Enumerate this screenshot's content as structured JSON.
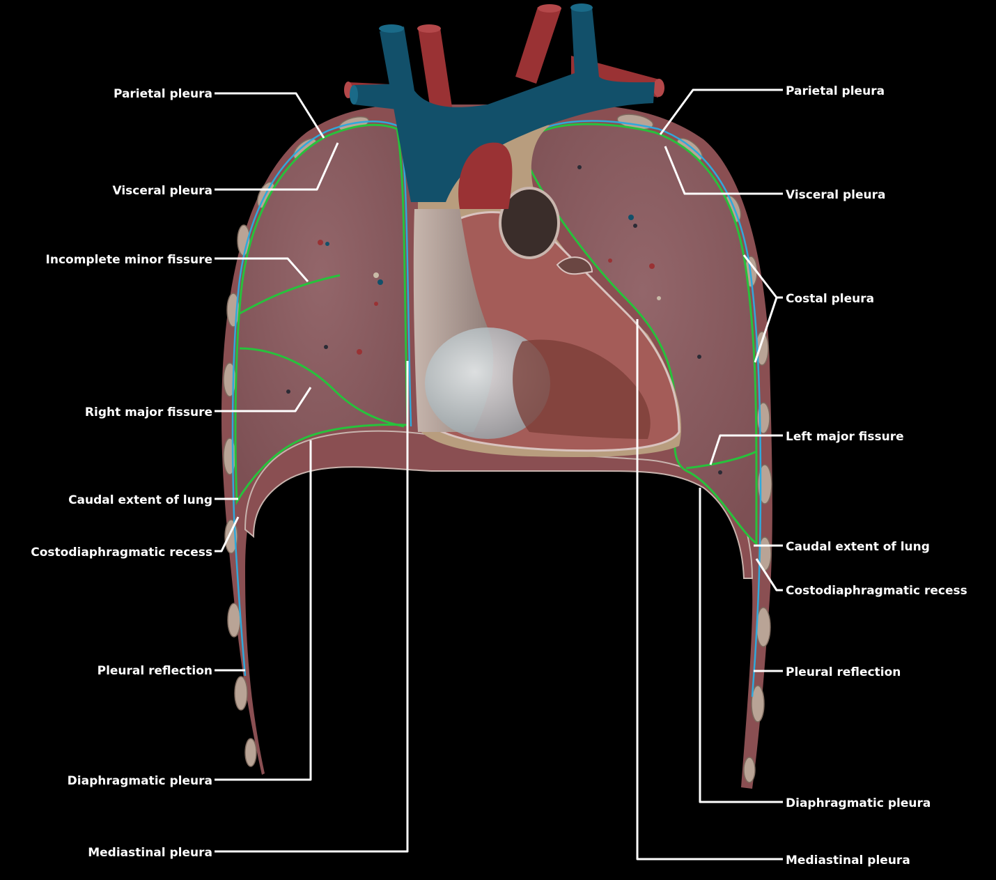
{
  "labels": {
    "left": {
      "parietal_pleura": "Parietal pleura",
      "visceral_pleura": "Visceral pleura",
      "incomplete_minor_fissure": "Incomplete minor fissure",
      "right_major_fissure": "Right major fissure",
      "caudal_extent_of_lung": "Caudal extent of lung",
      "costodiaphragmatic_recess": "Costodiaphragmatic recess",
      "pleural_reflection": "Pleural reflection",
      "diaphragmatic_pleura": "Diaphragmatic pleura",
      "mediastinal_pleura": "Mediastinal pleura"
    },
    "right": {
      "parietal_pleura": "Parietal pleura",
      "visceral_pleura": "Visceral pleura",
      "costal_pleura": "Costal pleura",
      "left_major_fissure": "Left major fissure",
      "caudal_extent_of_lung": "Caudal extent of lung",
      "costodiaphragmatic_recess": "Costodiaphragmatic recess",
      "pleural_reflection": "Pleural reflection",
      "diaphragmatic_pleura": "Diaphragmatic pleura",
      "mediastinal_pleura": "Mediastinal pleura"
    }
  },
  "colors": {
    "background": "#000000",
    "thoracic_wall": "#8a4f52",
    "rib": "#b9a496",
    "lung": "#8b5c60",
    "visceral_pleura_line": "#27c23c",
    "parietal_pleura_line": "#2fa9dc",
    "vein": "#12506a",
    "artery": "#9a3234",
    "heart_muscle": "#a45c58",
    "fat": "#b89d7e",
    "leader_line": "#ffffff"
  }
}
